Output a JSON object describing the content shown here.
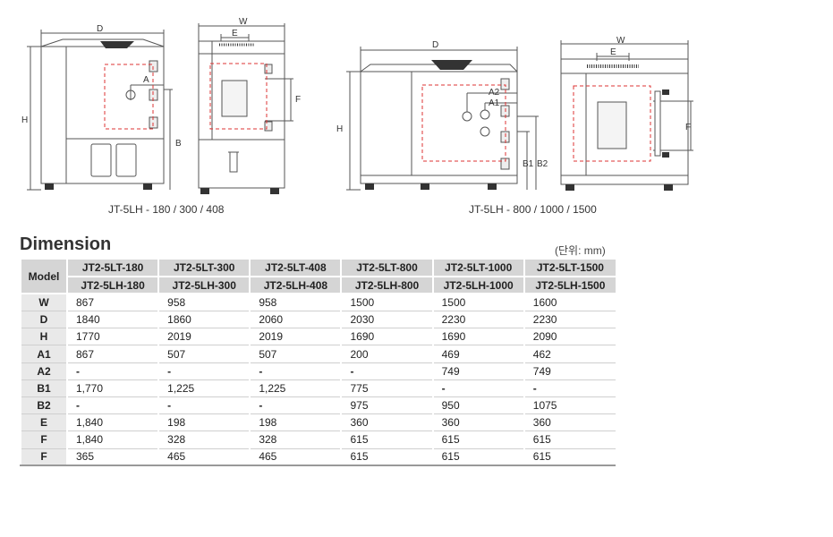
{
  "drawings": {
    "labels": {
      "d": "D",
      "w": "W",
      "h": "H",
      "e": "E",
      "f": "F",
      "a": "A",
      "b": "B",
      "a1": "A1",
      "a2": "A2",
      "b1": "B1",
      "b2": "B2"
    },
    "caption_left": "JT-5LH - 180 / 300 / 408",
    "caption_right": "JT-5LH - 800 / 1000 / 1500"
  },
  "section": {
    "title": "Dimension",
    "unit": "(단위: mm)"
  },
  "table": {
    "model_label": "Model",
    "models_lt": [
      "JT2-5LT-180",
      "JT2-5LT-300",
      "JT2-5LT-408",
      "JT2-5LT-800",
      "JT2-5LT-1000",
      "JT2-5LT-1500"
    ],
    "models_lh": [
      "JT2-5LH-180",
      "JT2-5LH-300",
      "JT2-5LH-408",
      "JT2-5LH-800",
      "JT2-5LH-1000",
      "JT2-5LH-1500"
    ],
    "rows": [
      {
        "label": "W",
        "values": [
          "867",
          "958",
          "958",
          "1500",
          "1500",
          "1600"
        ]
      },
      {
        "label": "D",
        "values": [
          "1840",
          "1860",
          "2060",
          "2030",
          "2230",
          "2230"
        ]
      },
      {
        "label": "H",
        "values": [
          "1770",
          "2019",
          "2019",
          "1690",
          "1690",
          "2090"
        ]
      },
      {
        "label": "A1",
        "values": [
          "867",
          "507",
          "507",
          "200",
          "469",
          "462"
        ]
      },
      {
        "label": "A2",
        "values": [
          "-",
          "-",
          "-",
          "-",
          "749",
          "749"
        ]
      },
      {
        "label": "B1",
        "values": [
          "1,770",
          "1,225",
          "1,225",
          "775",
          "-",
          "-"
        ]
      },
      {
        "label": "B2",
        "values": [
          "-",
          "-",
          "-",
          "975",
          "950",
          "1075"
        ]
      },
      {
        "label": "E",
        "values": [
          "1,840",
          "198",
          "198",
          "360",
          "360",
          "360"
        ]
      },
      {
        "label": "F",
        "values": [
          "1,840",
          "328",
          "328",
          "615",
          "615",
          "615"
        ]
      },
      {
        "label": "F",
        "values": [
          "365",
          "465",
          "465",
          "615",
          "615",
          "615"
        ]
      }
    ]
  }
}
